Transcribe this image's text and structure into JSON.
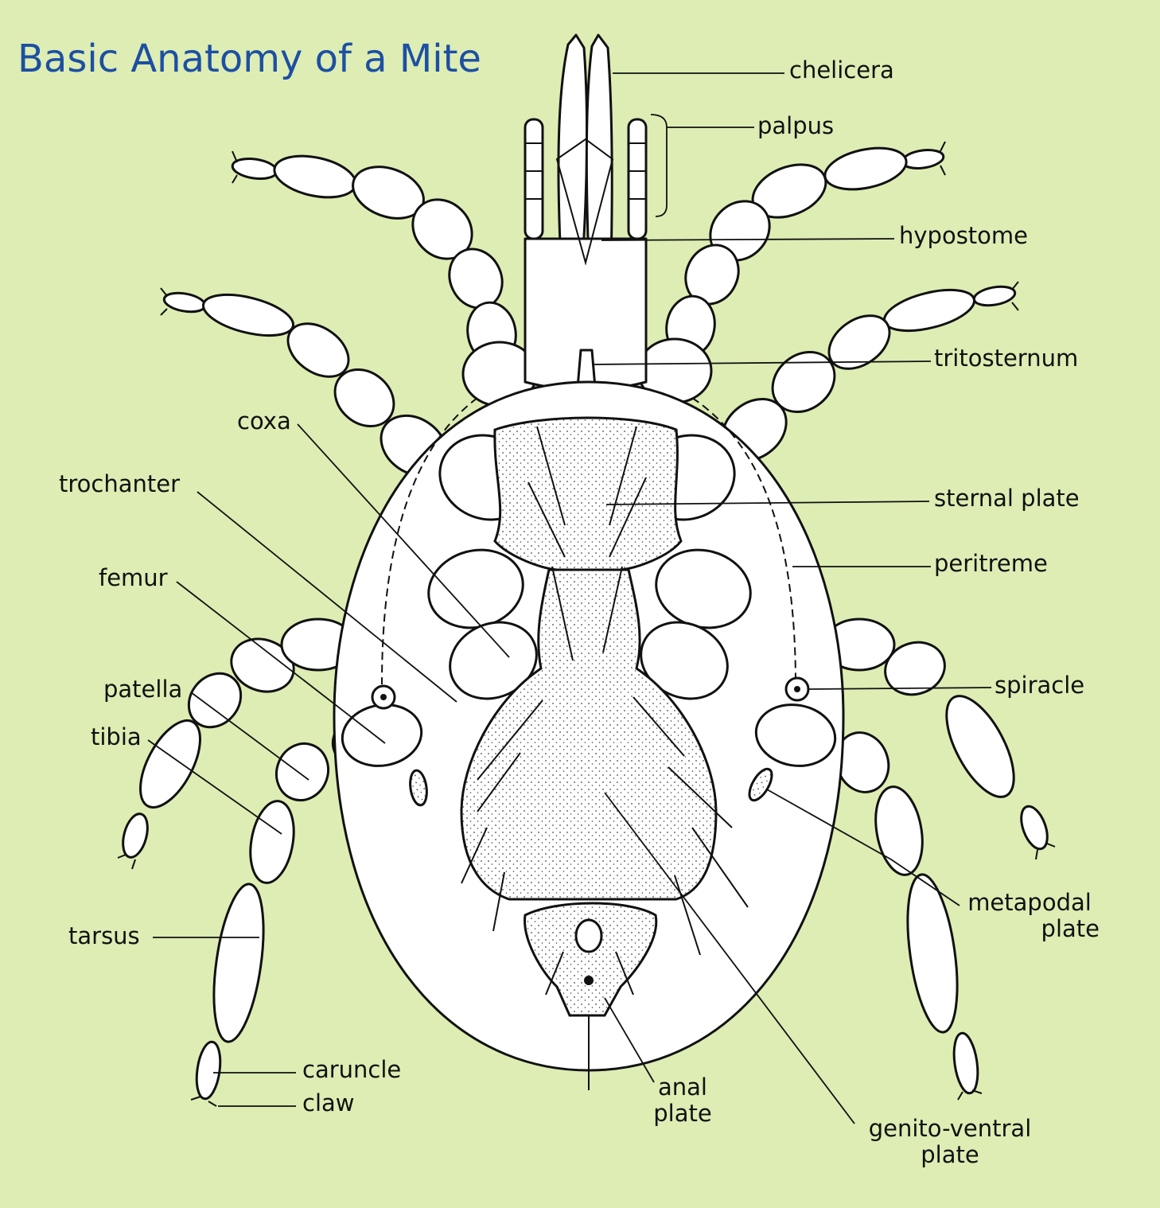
{
  "title": "Basic Anatomy of a Mite",
  "colors": {
    "background": "#ddedb4",
    "title": "#1d4fa3",
    "ink": "#111111",
    "fill": "#ffffff"
  },
  "labels": {
    "chelicera": "chelicera",
    "palpus": "palpus",
    "hypostome": "hypostome",
    "tritosternum": "tritosternum",
    "coxa": "coxa",
    "trochanter": "trochanter",
    "sternal_plate": "sternal plate",
    "femur": "femur",
    "peritreme": "peritreme",
    "patella": "patella",
    "spiracle": "spiracle",
    "tibia": "tibia",
    "metapodal_plate_1": "metapodal",
    "metapodal_plate_2": "plate",
    "tarsus": "tarsus",
    "caruncle": "caruncle",
    "claw": "claw",
    "anal_plate_1": "anal",
    "anal_plate_2": "plate",
    "genito_ventral_plate_1": "genito-ventral",
    "genito_ventral_plate_2": "plate"
  }
}
